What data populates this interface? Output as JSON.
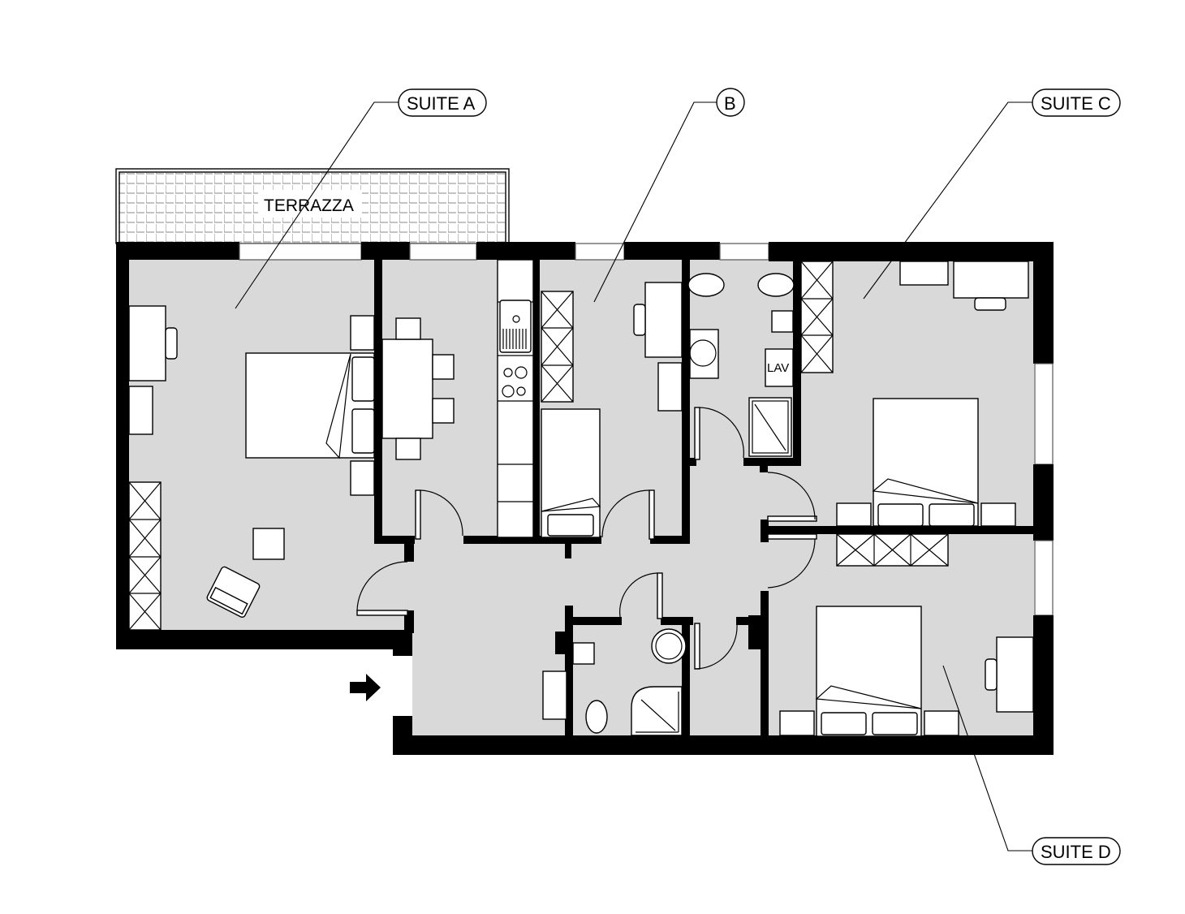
{
  "plan": {
    "labels": {
      "suite_a": "SUITE A",
      "suite_b": "B",
      "suite_c": "SUITE C",
      "suite_d": "SUITE D",
      "terrace": "TERRAZZA",
      "laundry": "LAV"
    },
    "entrance_icon": "arrow-right-icon",
    "colors": {
      "floor": "#d9d9d9",
      "wall": "#000000",
      "furniture": "#ffffff",
      "background": "#ffffff"
    }
  }
}
